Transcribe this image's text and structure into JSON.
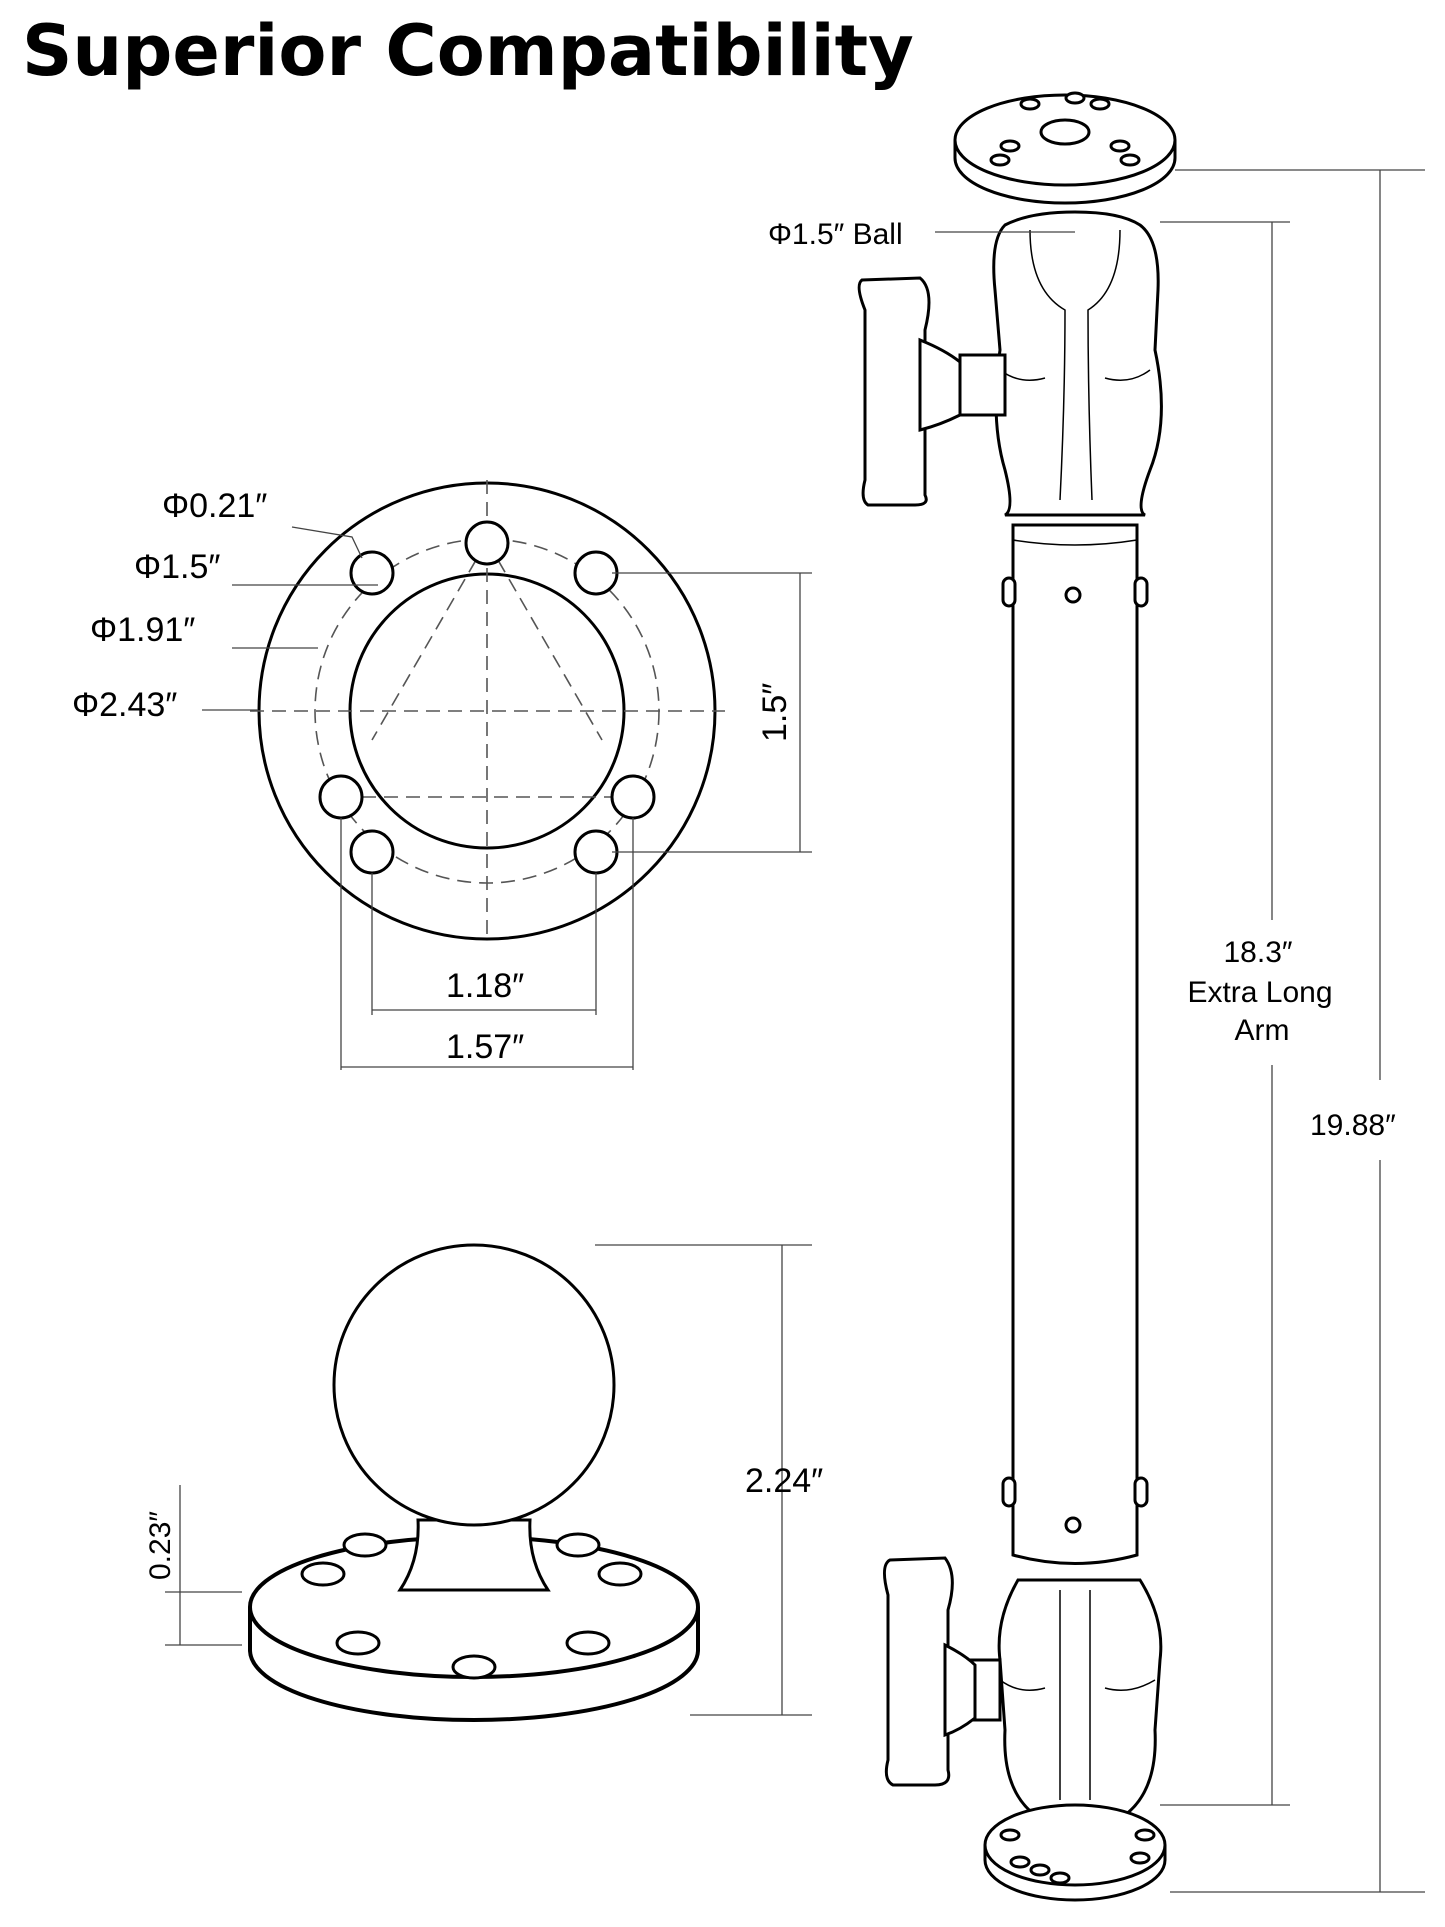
{
  "title": "Superior Compatibility",
  "plate_view": {
    "dia_hole": "Φ0.21″",
    "dia_bolt_circle_inner": "Φ1.5″",
    "dia_bolt_circle_outer": "Φ1.91″",
    "dia_plate": "Φ2.43″",
    "height_spacing": "1.5″",
    "width_inner": "1.18″",
    "width_outer": "1.57″"
  },
  "ball_base_view": {
    "plate_thickness": "0.23″",
    "total_height": "2.24″"
  },
  "arm_view": {
    "ball_size": "Φ1.5″ Ball",
    "arm_length_value": "18.3″",
    "arm_length_line1": "Extra Long",
    "arm_length_line2": "Arm",
    "total_length": "19.88″"
  }
}
